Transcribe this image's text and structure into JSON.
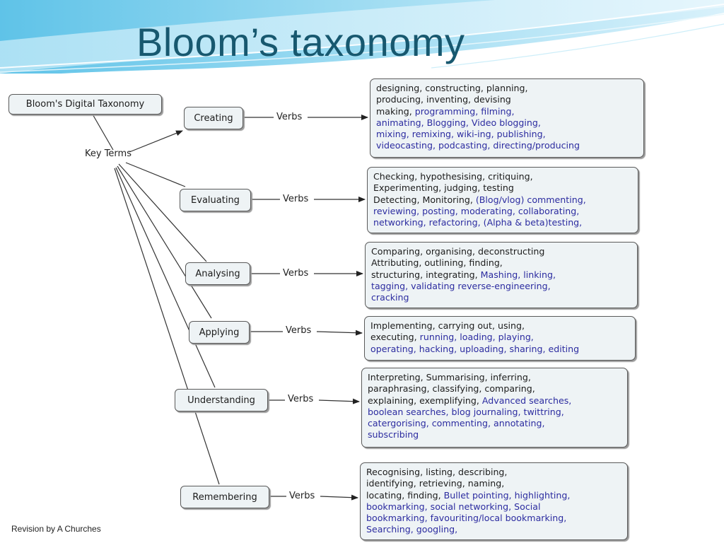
{
  "title": "Bloom’s taxonomy",
  "root": "Bloom's Digital Taxonomy",
  "key_terms": "Key Terms",
  "verbs_label": "Verbs",
  "credit": "Revision by A Churches",
  "colors": {
    "title": "#17586f",
    "highlight": "#2c2ca0",
    "node_fill": "#eef3f5"
  },
  "levels": [
    {
      "name": "Creating",
      "lines": [
        [
          {
            "t": "designing, constructing, planning,"
          }
        ],
        [
          {
            "t": "producing, inventing, devising"
          }
        ],
        [
          {
            "t": "making, "
          },
          {
            "t": "programming, filming,",
            "b": 1
          }
        ],
        [
          {
            "t": "animating, Blogging, Video blogging,",
            "b": 1
          }
        ],
        [
          {
            "t": "mixing, remixing, wiki-ing, publishing,",
            "b": 1
          }
        ],
        [
          {
            "t": "videocasting, podcasting, directing/producing",
            "b": 1
          }
        ]
      ]
    },
    {
      "name": "Evaluating",
      "lines": [
        [
          {
            "t": "Checking, hypothesising, critiquing,"
          }
        ],
        [
          {
            "t": "Experimenting, judging, testing"
          }
        ],
        [
          {
            "t": "Detecting, Monitoring, "
          },
          {
            "t": "(Blog/vlog) commenting,",
            "b": 1
          }
        ],
        [
          {
            "t": "reviewing, posting, moderating, collaborating,",
            "b": 1
          }
        ],
        [
          {
            "t": "networking, refactoring, (Alpha & beta)testing,",
            "b": 1
          }
        ]
      ]
    },
    {
      "name": "Analysing",
      "lines": [
        [
          {
            "t": "Comparing, organising, deconstructing"
          }
        ],
        [
          {
            "t": "Attributing, outlining, finding,"
          }
        ],
        [
          {
            "t": "structuring, integrating, "
          },
          {
            "t": "Mashing, linking,",
            "b": 1
          }
        ],
        [
          {
            "t": "tagging, validating reverse-engineering,",
            "b": 1
          }
        ],
        [
          {
            "t": "cracking",
            "b": 1
          }
        ]
      ]
    },
    {
      "name": "Applying",
      "lines": [
        [
          {
            "t": "Implementing, carrying out, using,"
          }
        ],
        [
          {
            "t": "executing, "
          },
          {
            "t": "running, loading, playing,",
            "b": 1
          }
        ],
        [
          {
            "t": "operating, hacking, uploading, sharing, editing",
            "b": 1
          }
        ]
      ]
    },
    {
      "name": "Understanding",
      "lines": [
        [
          {
            "t": "Interpreting, Summarising, inferring,"
          }
        ],
        [
          {
            "t": "paraphrasing, classifying, comparing,"
          }
        ],
        [
          {
            "t": "explaining, exemplifying, "
          },
          {
            "t": "Advanced searches,",
            "b": 1
          }
        ],
        [
          {
            "t": "boolean searches, blog journaling, twittring,",
            "b": 1
          }
        ],
        [
          {
            "t": "catergorising, commenting, annotating,",
            "b": 1
          }
        ],
        [
          {
            "t": "subscribing",
            "b": 1
          }
        ]
      ]
    },
    {
      "name": "Remembering",
      "lines": [
        [
          {
            "t": "Recognising, listing, describing,"
          }
        ],
        [
          {
            "t": "identifying, retrieving, naming,"
          }
        ],
        [
          {
            "t": "locating, finding, "
          },
          {
            "t": "Bullet pointing, highlighting,",
            "b": 1
          }
        ],
        [
          {
            "t": "bookmarking, social networking, Social",
            "b": 1
          }
        ],
        [
          {
            "t": "bookmarking, favouriting/local bookmarking,",
            "b": 1
          }
        ],
        [
          {
            "t": "Searching, googling,",
            "b": 1
          }
        ]
      ]
    }
  ]
}
